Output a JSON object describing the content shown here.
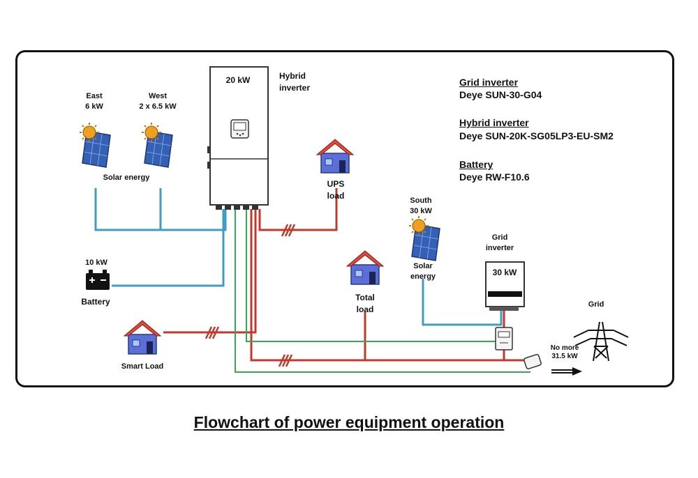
{
  "labels": {
    "hybrid_power": "20 kW",
    "hybrid_name": "Hybrid\ninverter",
    "east": "East\n6 kW",
    "west": "West\n2 x 6.5 kW",
    "solar_energy_main": "Solar energy",
    "ups_load": "UPS\nload",
    "battery_power": "10 kW",
    "battery": "Battery",
    "total_load": "Total\nload",
    "smart_load": "Smart Load",
    "south": "South\n30 kW",
    "solar_energy_south": "Solar\nenergy",
    "grid_inverter_name": "Grid\ninverter",
    "grid_inverter_power": "30 kW",
    "grid": "Grid",
    "export_limit": "No more\n31.5 kW"
  },
  "specs": {
    "grid_inverter_heading": "Grid inverter",
    "grid_inverter_model": "Deye SUN-30-G04",
    "hybrid_inverter_heading": "Hybrid inverter",
    "hybrid_inverter_model": "Deye SUN-20K-SG05LP3-EU-SM2",
    "battery_heading": "Battery",
    "battery_model": "Deye RW-F10.6"
  },
  "caption": "Flowchart of power equipment operation",
  "colors": {
    "dc_line": "#3f9ec0",
    "ac_line": "#c0392b",
    "comm_line": "#34a853",
    "house_roof": "#e0483b",
    "house_body": "#5b6fd6",
    "panel": "#3561b4",
    "sun": "#f0a020"
  }
}
